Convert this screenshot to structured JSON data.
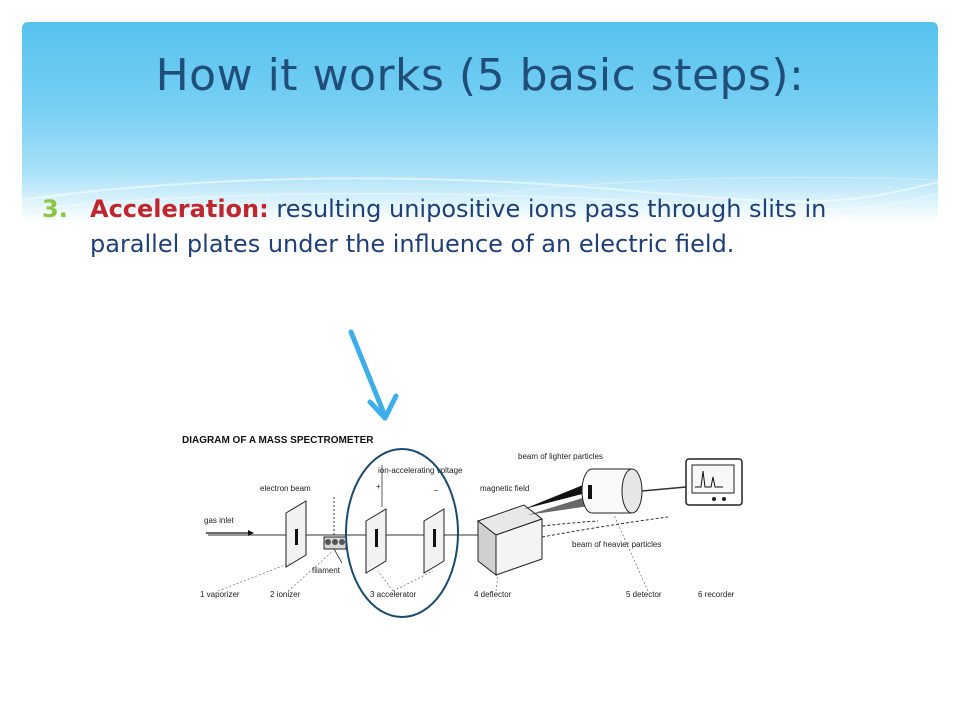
{
  "slide": {
    "title": "How it works (5 basic steps):",
    "step": {
      "number": "3.",
      "term": "Acceleration:",
      "text": "resulting unipositive ions pass through slits in parallel plates under the influence of an electric field."
    }
  },
  "colors": {
    "title": "#1f4e79",
    "number": "#8cc63f",
    "term": "#c0262c",
    "body": "#1f3f78",
    "arrow": "#3daee9",
    "highlight_ring": "#1a4b6e"
  },
  "diagram": {
    "title": "DIAGRAM OF A MASS SPECTROMETER",
    "labels": {
      "gas_inlet": "gas inlet",
      "electron_beam": "electron beam",
      "filament": "filament",
      "ion_accelerating_voltage": "ion-accelerating voltage",
      "plus": "+",
      "minus": "_",
      "magnetic_field": "magnetic field",
      "beam_lighter": "beam of lighter particles",
      "beam_heavier": "beam of heavier particles"
    },
    "stages": [
      "1 vaporizer",
      "2 ionizer",
      "3 accelerator",
      "4 deflector",
      "5 detector",
      "6 recorder"
    ]
  }
}
